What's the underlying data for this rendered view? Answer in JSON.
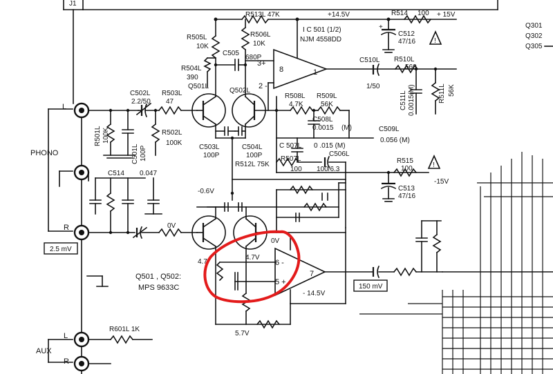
{
  "labels": {
    "j1": "J1",
    "r513l": "R513L 47K",
    "v_pos14": "+14.5V",
    "r514": "R514",
    "r514_val": "100",
    "v_pos15": "+ 15V",
    "q301": "Q301",
    "q302": "Q302",
    "q305": "Q305",
    "r505l": "R505L",
    "r505l_val": "10K",
    "r506l": "R506L",
    "r506l_val": "10K",
    "ic501": "I C 501 (1/2)",
    "ic501_part": "NJM 4558DD",
    "c512": "C512",
    "c512_val": "47/16",
    "c505l": "C505",
    "c505l_val": "680P",
    "r504l": "R504L",
    "r504l_val": "390",
    "q501l": "Q501L",
    "q502l": "Q502L",
    "pin3": "3+",
    "pin8": "8",
    "pin1": "1",
    "pin2": "2 -",
    "c510l": "C510L",
    "c510l_val": "1/50",
    "r510l": "R510L",
    "r510l_val": "560",
    "c511l": "C511L",
    "c511l_val": "0.0015(M)",
    "r511l": "R511L",
    "r511l_val": "56K",
    "c502l": "C502L",
    "c502l_val": "2.2/50",
    "r503l": "R503L",
    "r503l_val": "47",
    "r508l": "R508L",
    "r508l_val": "4.7K",
    "r509l": "R509L",
    "r509l_val": "56K",
    "c508l": "C508L",
    "c508l_val": "0.0015",
    "m1": "(M)",
    "c509l": "C509L",
    "c509l_val": "0.056 (M)",
    "r501l": "R501L",
    "r501l_val": "100K",
    "c501l": "C501L",
    "c501l_val": "100P",
    "r502l": "R502L",
    "r502l_val": "100K",
    "c503l": "C503L",
    "c503l_val": "100P",
    "c504l": "C504L",
    "c504l_val": "100P",
    "c507l": "C 507L",
    "c507l_val": "0 .015 (M)",
    "r507l": "R507L",
    "r507l_val": "100",
    "c506l": "C506L",
    "c506l_val": "100/6.3",
    "r512l": "R512L 75K",
    "phono": "PHONO",
    "phono_l": "L",
    "phono_r": "R",
    "c514": "C514",
    "c_0047": "0.047",
    "r515": "R515",
    "r515_val": "100",
    "v_neg15": "-15V",
    "c513": "C513",
    "c513_val": "47/16",
    "v_neg06": "-0.6V",
    "v_0v_left": "0V",
    "v_0v_right": "0V",
    "v_47_top": "4.7V",
    "v_47_left": "4.7",
    "pin6": "6 -",
    "pin5": "5 +",
    "pin7": "7",
    "v_neg145": "- 14.5V",
    "q_pair": "Q501 , Q502:",
    "q_part": "MPS 9633C",
    "v_57": "5.7V",
    "mv_25": "2.5 mV",
    "mv_150": "150 mV",
    "r601l": "R601L 1K",
    "aux": "AUX",
    "aux_l": "L",
    "aux_r": "R"
  },
  "colors": {
    "ink": "#111111",
    "highlight": "#e31b1b"
  }
}
